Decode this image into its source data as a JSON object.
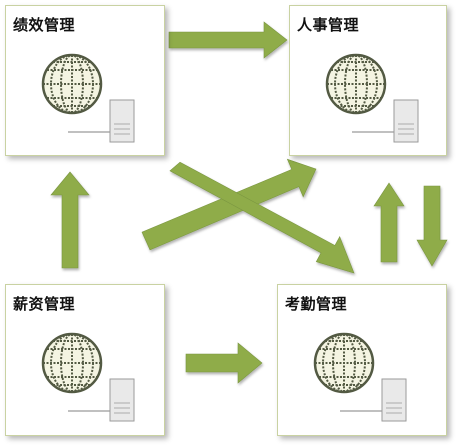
{
  "nodes": {
    "perf": {
      "label": "绩效管理"
    },
    "hr": {
      "label": "人事管理"
    },
    "salary": {
      "label": "薪资管理"
    },
    "attend": {
      "label": "考勤管理"
    }
  },
  "colors": {
    "arrow": "#8fac4a",
    "arrow_edge": "#7a9640",
    "box_border": "#c9d2a2",
    "globe_line": "#535a43",
    "server": "#e4e4e4"
  },
  "icons": [
    "globe-icon",
    "server-icon"
  ]
}
